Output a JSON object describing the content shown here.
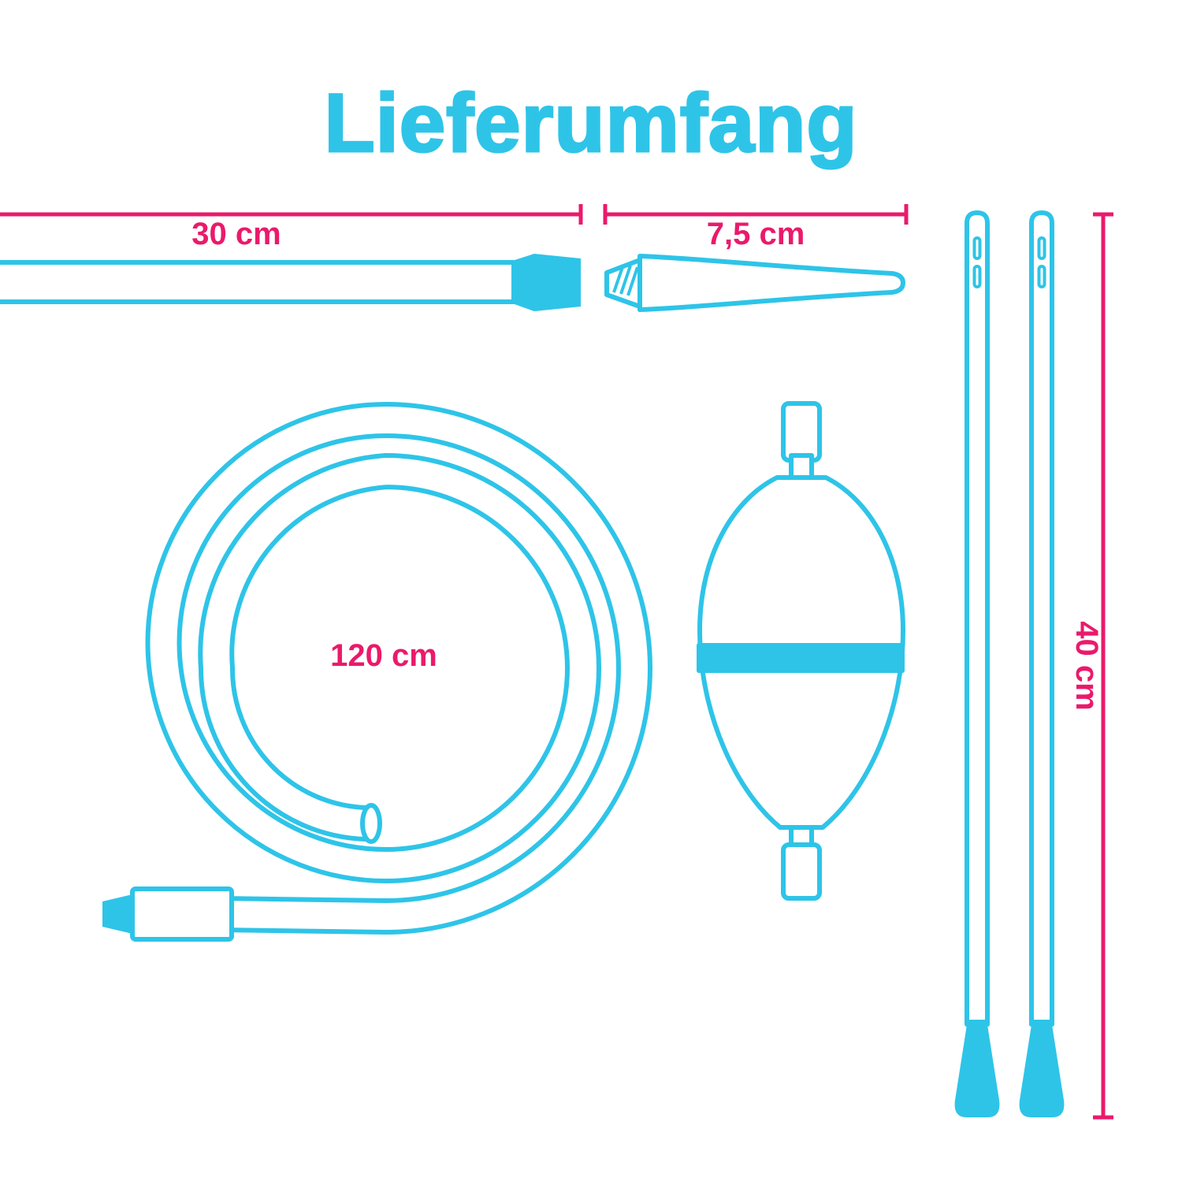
{
  "title": "Lieferumfang",
  "colors": {
    "accent": "#2EC4E8",
    "measure": "#EA1A6B",
    "background": "#FFFFFF"
  },
  "components": {
    "rigid_tube": {
      "dimension": "30 cm",
      "shape": "rigid-tube-with-coupling"
    },
    "nozzle": {
      "dimension": "7,5 cm",
      "shape": "tapered-nozzle-tip"
    },
    "hose": {
      "dimension": "120 cm",
      "shape": "coiled-hose-with-connector"
    },
    "pump": {
      "shape": "hand-pump-bulb-with-band"
    },
    "tube_pair": {
      "dimension": "40 cm",
      "shape": "tube-with-funnel-tip",
      "count": 2
    }
  }
}
